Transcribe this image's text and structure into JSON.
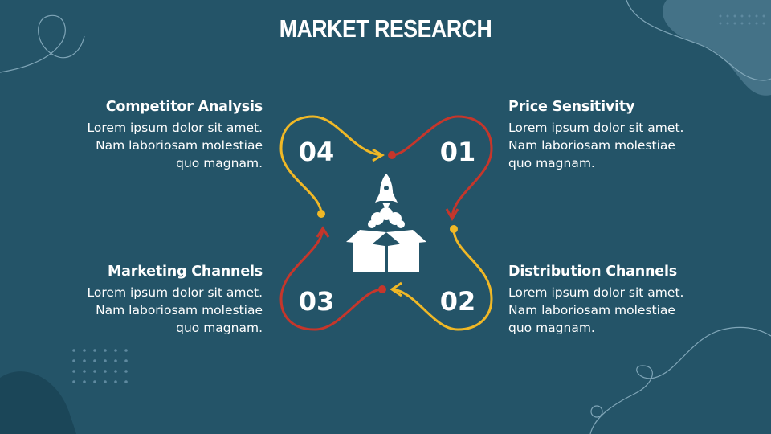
{
  "title": "MARKET RESEARCH",
  "colors": {
    "background": "#245468",
    "yellow": "#f0b826",
    "red": "#c6362b",
    "text": "#ffffff",
    "decor": "#5f8aa0"
  },
  "steps": [
    {
      "number": "01",
      "heading": "Price Sensitivity",
      "body": "Lorem ipsum dolor sit amet. Nam laboriosam molestiae quo magnam."
    },
    {
      "number": "02",
      "heading": "Distribution Channels",
      "body": "Lorem ipsum dolor sit amet. Nam laboriosam molestiae quo magnam."
    },
    {
      "number": "03",
      "heading": "Marketing Channels",
      "body": "Lorem ipsum dolor sit amet. Nam laboriosam molestiae quo magnam."
    },
    {
      "number": "04",
      "heading": "Competitor Analysis",
      "body": "Lorem ipsum dolor sit amet. Nam laboriosam molestiae quo magnam."
    }
  ],
  "center_icon": "rocket-launching-from-box-icon"
}
